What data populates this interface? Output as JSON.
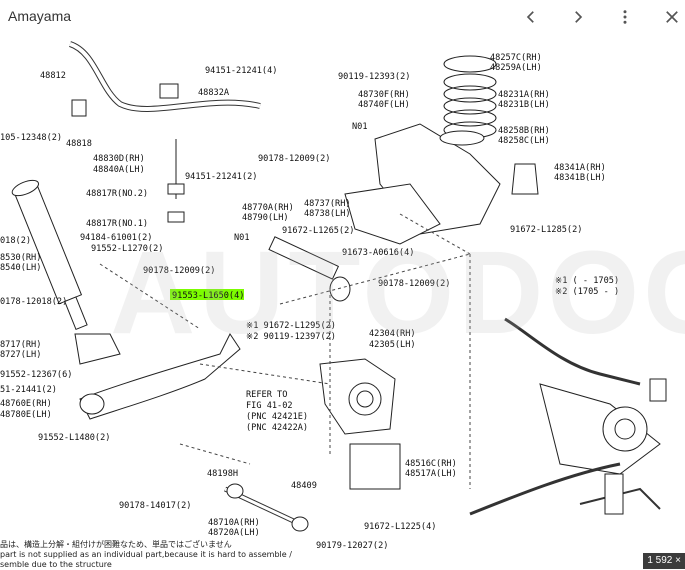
{
  "window": {
    "title": "Amayama",
    "prev_icon": "chevron-left-icon",
    "next_icon": "chevron-right-icon",
    "menu_icon": "more-vert-icon",
    "close_icon": "close-icon"
  },
  "diagram": {
    "highlight_color": "#7CFC00",
    "labels": {
      "l01": "48812",
      "l02": "94151-21241(4)",
      "l03": "48832A",
      "l04": "105-12348(2)",
      "l05": "48818",
      "l06": "48830D(RH)",
      "l07": "48840A(LH)",
      "l08": "94151-21241(2)",
      "l09": "48817R(NO.2)",
      "l10": "48817R(NO.1)",
      "l11": "94184-61001(2)",
      "l12": "91552-L1270(2)",
      "l13": "018(2)",
      "l14": "8530(RH)",
      "l15": "8540(LH)",
      "l16": "90178-12009(2)",
      "l17": "0178-12018(2)",
      "l18": "91553-L1650(4)",
      "l19": "8717(RH)",
      "l20": "8727(LH)",
      "l21": "91552-12367(6)",
      "l22": "51-21441(2)",
      "l23": "48760E(RH)",
      "l24": "48780E(LH)",
      "l25": "91552-L1480(2)",
      "l26": "90119-12393(2)",
      "l27": "48730F(RH)",
      "l28": "48740F(LH)",
      "l29": "N01",
      "l30": "90178-12009(2)",
      "l31": "48770A(RH)",
      "l32": "48790(LH)",
      "l33": "N01",
      "l34": "48737(RH)",
      "l35": "48738(LH)",
      "l36": "91672-L1265(2)",
      "l37": "91673-A0616(4)",
      "l38": "90178-12009(2)",
      "l39": "※1 91672-L1295(2)",
      "l40": "※2 90119-12397(2)",
      "l41": "42304(RH)",
      "l42": "42305(LH)",
      "l43": "REFER TO",
      "l44": "FIG 41-02",
      "l45": "(PNC 42421E)",
      "l46": "(PNC 42422A)",
      "l47": "48257C(RH)",
      "l48": "48259A(LH)",
      "l49": "48231A(RH)",
      "l50": "48231B(LH)",
      "l51": "48258B(RH)",
      "l52": "48258C(LH)",
      "l53": "48341A(RH)",
      "l54": "48341B(LH)",
      "l55": "91672-L1285(2)",
      "l56": "※1 (      - 1705)",
      "l57": "※2 (1705 -      )",
      "l58": "48516C(RH)",
      "l59": "48517A(LH)",
      "l60": "48198H",
      "l61": "48409",
      "l62": "90178-14017(2)",
      "l63": "48710A(RH)",
      "l64": "48720A(LH)",
      "l65": "91672-L1225(4)",
      "l66": "90179-12027(2)"
    }
  },
  "watermark": "AUTODOOT",
  "footer": {
    "line1": "品は、構造上分解・組付けが困難なため、単品ではございません",
    "line2": "part is not supplied as an individual part,because it is hard to assemble /",
    "line3": "semble due to the structure"
  },
  "pager": "1 592 ×"
}
